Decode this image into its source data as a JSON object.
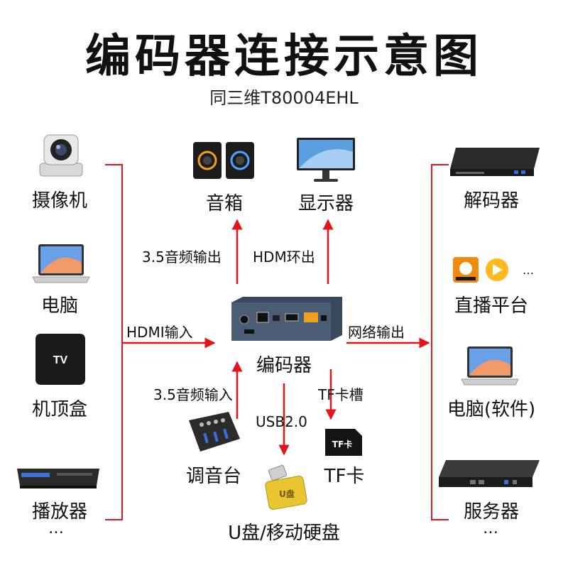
{
  "header": {
    "title": "编码器连接示意图",
    "subtitle": "同三维T80004EHL"
  },
  "center": {
    "device_label": "编码器"
  },
  "inputs": [
    {
      "label": "摄像机",
      "icon": "camera-icon"
    },
    {
      "label": "电脑",
      "icon": "laptop-icon"
    },
    {
      "label": "机顶盒",
      "icon": "tv-box-icon"
    },
    {
      "label": "播放器",
      "icon": "player-icon"
    }
  ],
  "inputs_more": "…",
  "outputs": [
    {
      "label": "解码器",
      "icon": "decoder-icon"
    },
    {
      "label": "直播平台",
      "icon": "live-platform-icon"
    },
    {
      "label": "电脑(软件)",
      "icon": "laptop-icon"
    },
    {
      "label": "服务器",
      "icon": "server-icon"
    }
  ],
  "outputs_more": "…",
  "top_devices": [
    {
      "label": "音箱",
      "icon": "speaker-icon"
    },
    {
      "label": "显示器",
      "icon": "monitor-icon"
    }
  ],
  "bottom_devices": [
    {
      "label": "调音台",
      "icon": "mixer-icon"
    },
    {
      "label": "TF卡",
      "icon": "tf-card-icon"
    },
    {
      "label": "U盘/移动硬盘",
      "icon": "usb-drive-icon"
    }
  ],
  "arrows": {
    "audio_out": "3.5音频输出",
    "hdmi_loop": "HDM环出",
    "hdmi_in": "HDMI输入",
    "net_out": "网络输出",
    "audio_in": "3.5音频输入",
    "usb": "USB2.0",
    "tf_slot": "TF卡槽"
  },
  "icon_text": {
    "tv_box": "TV",
    "tf_card": "TF卡",
    "usb_drive": "U盘",
    "live_platform_more": "…"
  },
  "colors": {
    "arrow": "#e3141b",
    "device": "#3a4a5e",
    "accent": "#f0a020"
  }
}
